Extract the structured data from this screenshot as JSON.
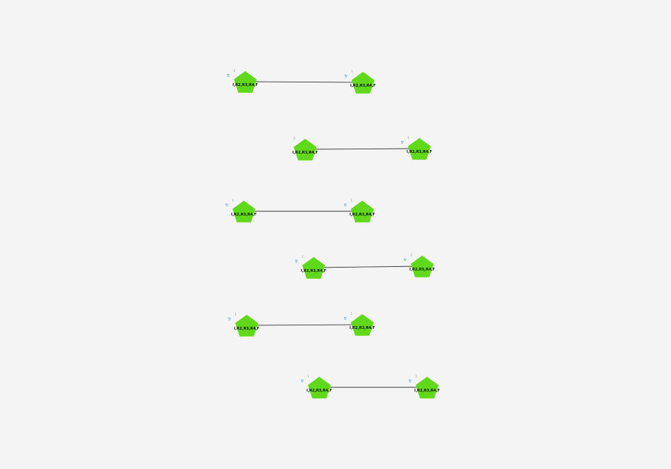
{
  "diagram": {
    "colors": {
      "node_fill": "#5fd91a",
      "link": "#333333",
      "prime_label": "#1a7fd4",
      "index_label": "#9a9a9a",
      "background": "#f4f4f4"
    },
    "pairs": [
      {
        "left": {
          "label": "I,R2,R3,R4,F",
          "prime": "5'",
          "index": "1"
        },
        "right": {
          "label": "I,R2,R3,R4,F",
          "prime": "5'",
          "index": "1"
        }
      },
      {
        "left": {
          "label": "I,R2,R3,R4,F",
          "prime": "",
          "index": "2"
        },
        "right": {
          "label": "I,R2,R3,R4,F",
          "prime": "5'",
          "index": "1"
        }
      },
      {
        "left": {
          "label": "I,R2,R3,R4,F",
          "prime": "5'",
          "index": "1"
        },
        "right": {
          "label": "I,R2,R3,R4,F",
          "prime": "5'",
          "index": "1"
        }
      },
      {
        "left": {
          "label": "I,R2,R3,R4,F",
          "prime": "5'",
          "index": "1"
        },
        "right": {
          "label": "I,R2,R3,R4,F",
          "prime": "5'",
          "index": "1"
        }
      },
      {
        "left": {
          "label": "I,R2,R3,R4,F",
          "prime": "5'",
          "index": "1"
        },
        "right": {
          "label": "I,R2,R3,R4,F",
          "prime": "5'",
          "index": "1"
        }
      },
      {
        "left": {
          "label": "I,R2,R3,R4,F",
          "prime": "5'",
          "index": "1"
        },
        "right": {
          "label": "I,R2,R3,R4,F",
          "prime": "5'",
          "index": "1"
        }
      }
    ]
  }
}
